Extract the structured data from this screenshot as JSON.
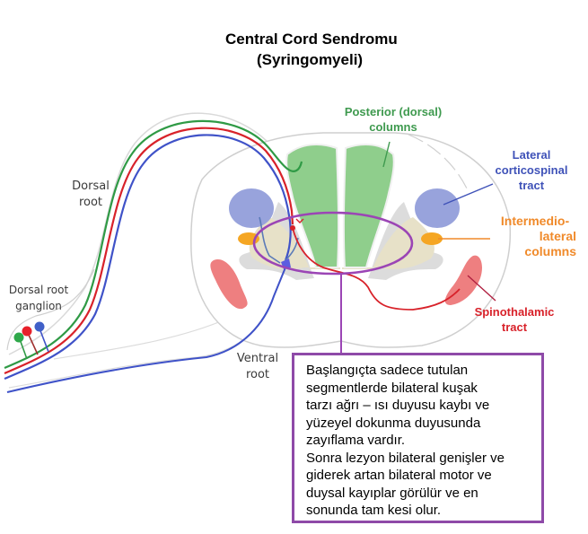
{
  "title": {
    "line1": "Central Cord  Sendromu",
    "line2": "(Syringomyeli)"
  },
  "labels": {
    "posterior_columns": [
      "Posterior (dorsal)",
      "columns"
    ],
    "lateral_corticospinal": [
      "Lateral",
      "corticospinal",
      "tract"
    ],
    "intermediolateral": [
      "Intermedio-",
      "lateral",
      "columns"
    ],
    "spinothalamic": [
      "Spinothalamic",
      "tract"
    ],
    "dorsal_root": [
      "Dorsal",
      "root"
    ],
    "dorsal_root_ganglion": [
      "Dorsal root",
      "ganglion"
    ],
    "ventral_root": [
      "Ventral",
      "root"
    ]
  },
  "note": {
    "lines": [
      "Başlangıçta sadece tutulan",
      "segmentlerde bilateral kuşak",
      "tarzı ağrı – ısı duyusu kaybı ve",
      "yüzeyel dokunma duyusunda",
      "zayıflama vardır.",
      "Sonra lezyon bilateral genişler ve",
      "giderek artan bilateral motor ve",
      "duysal kayıplar görülür ve en",
      "sonunda tam kesi olur."
    ]
  },
  "colors": {
    "posterior_green": "#3f9a4f",
    "corticospinal_blue": "#3f52b8",
    "intermediolateral_orange": "#f08a2a",
    "spinothalamic_red": "#d8222a",
    "lesion_purple": "#9b45b5",
    "dorsal_column_fill": "#8fce8c",
    "corticospinal_fill": "#98a3dc",
    "grey_matter": "#e3ddc4",
    "spinothalamic_fill": "#ee7f80"
  }
}
